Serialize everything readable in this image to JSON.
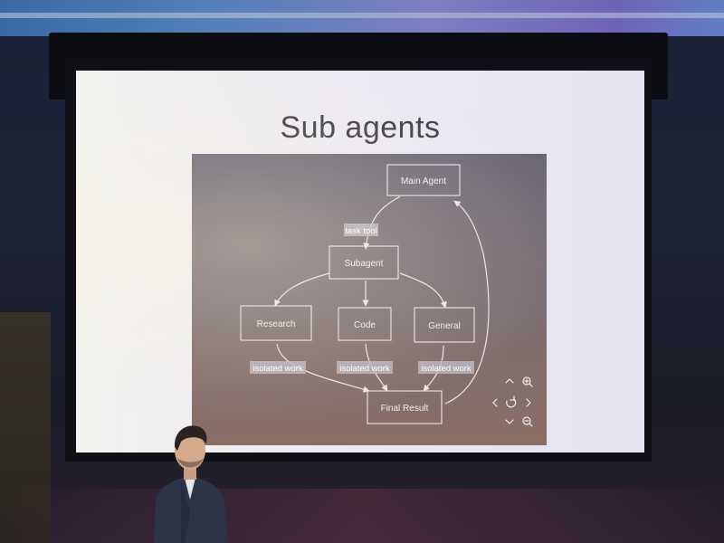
{
  "slide": {
    "title": "Sub agents"
  },
  "diagram": {
    "nodes": {
      "main_agent": "Main Agent",
      "subagent": "Subagent",
      "research": "Research",
      "code": "Code",
      "general": "General",
      "final_result": "Final Result"
    },
    "edge_labels": {
      "task_tool": "task tool",
      "isolated_work_1": "isolated work",
      "isolated_work_2": "isolated work",
      "isolated_work_3": "isolated work"
    },
    "controls": [
      "zoom-in-icon",
      "pan-up-icon",
      "pan-left-icon",
      "reset-icon",
      "pan-right-icon",
      "pan-down-icon",
      "zoom-out-icon"
    ]
  }
}
